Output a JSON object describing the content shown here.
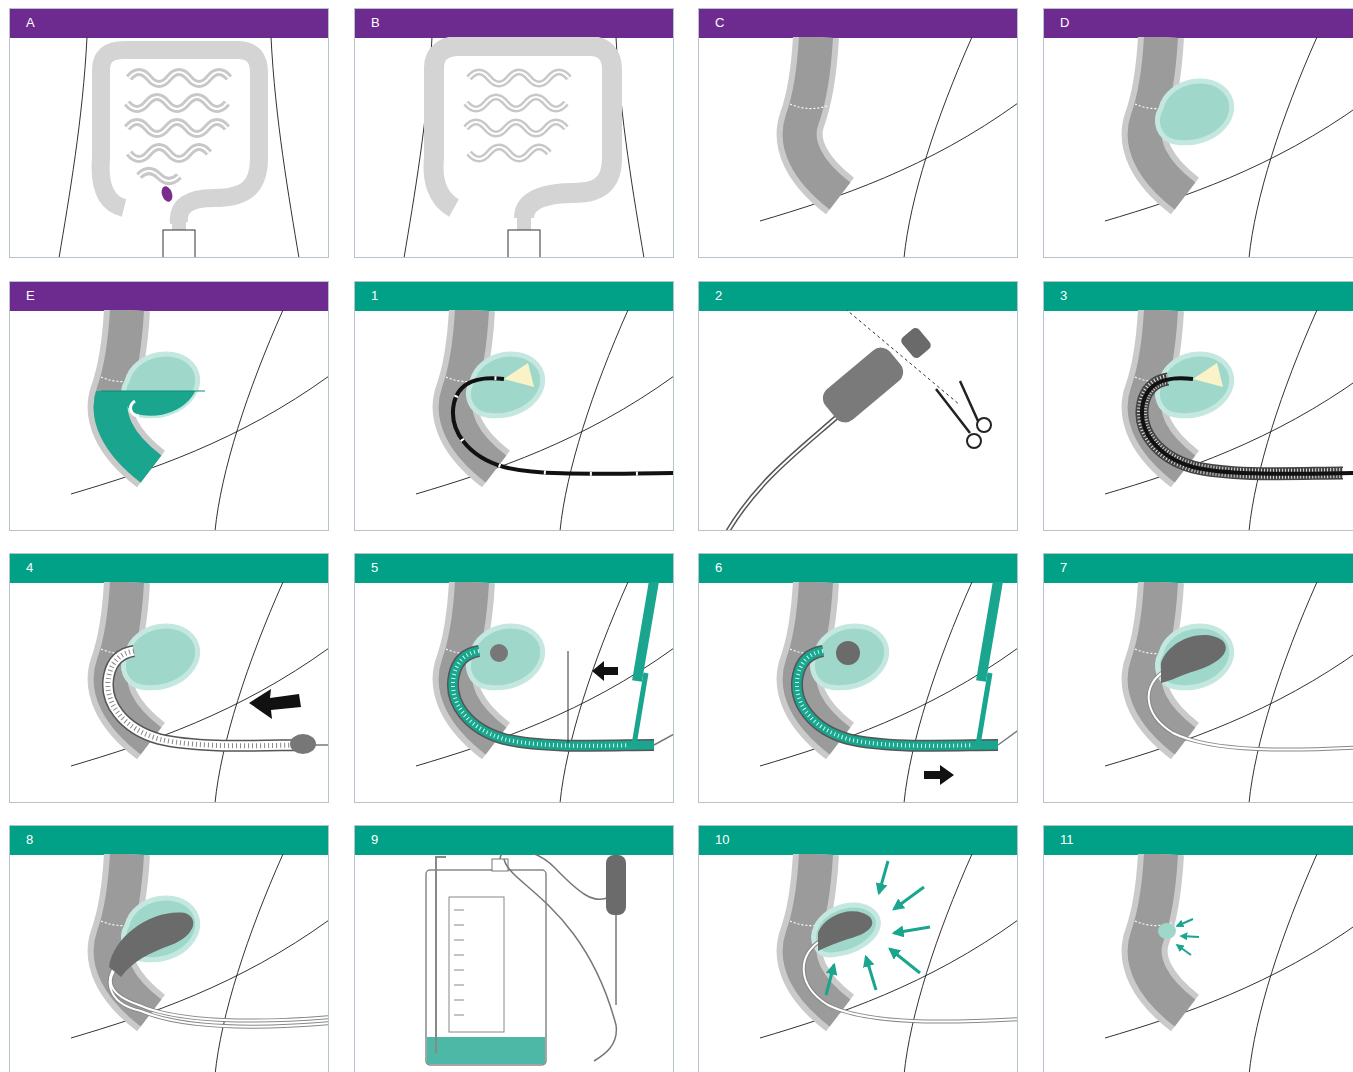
{
  "diagram": {
    "nodes": [
      {
        "text": [
          "A"
        ]
      },
      {
        "text": [
          "B"
        ]
      },
      {
        "text": [
          "C"
        ]
      },
      {
        "text": [
          "D"
        ]
      },
      {
        "text": [
          "E"
        ]
      },
      {
        "text": [
          "1"
        ]
      },
      {
        "text": [
          "2"
        ]
      },
      {
        "text": [
          "3"
        ]
      },
      {
        "text": [
          "4"
        ]
      },
      {
        "text": [
          "5"
        ]
      },
      {
        "text": [
          "6"
        ]
      },
      {
        "text": [
          "7"
        ]
      },
      {
        "text": [
          "8"
        ]
      },
      {
        "text": [
          "9"
        ]
      },
      {
        "text": [
          "10"
        ]
      },
      {
        "text": [
          "11"
        ]
      }
    ]
  }
}
